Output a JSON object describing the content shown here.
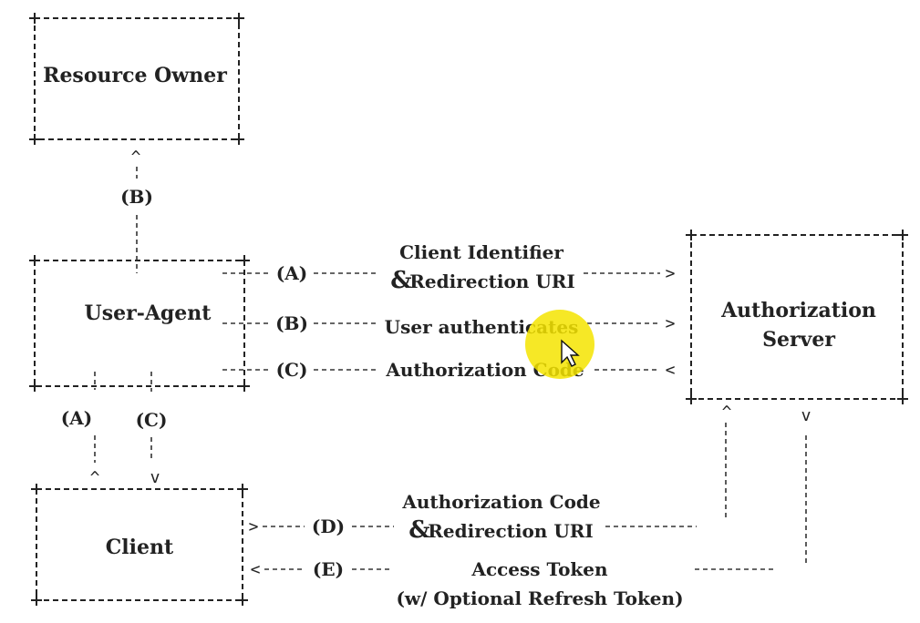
{
  "nodes": {
    "resource_owner": "Resource Owner",
    "user_agent": "User-Agent",
    "authorization_server_1": "Authorization",
    "authorization_server_2": "Server",
    "client": "Client"
  },
  "labels": {
    "b_top": "(B)",
    "a_ua": "(A)",
    "b_ua": "(B)",
    "c_ua": "(C)",
    "a_left": "(A)",
    "c_left": "(C)",
    "d": "(D)",
    "e": "(E)"
  },
  "messages": {
    "a_line1": "Client Identifier",
    "a_line2_amp": "&",
    "a_line2": "Redirection URI",
    "b": "User authenticates",
    "c": "Authorization Code",
    "d_line1": "Authorization Code",
    "d_line2_amp": "&",
    "d_line2": "Redirection URI",
    "e_line1": "Access Token",
    "e_line2": "(w/ Optional Refresh Token)"
  },
  "arrows": {
    "up": "^",
    "down": "v",
    "right": ">",
    "left": "<",
    "left_arrow": "<"
  },
  "cursor": {
    "highlight_color": "#f5e400"
  }
}
